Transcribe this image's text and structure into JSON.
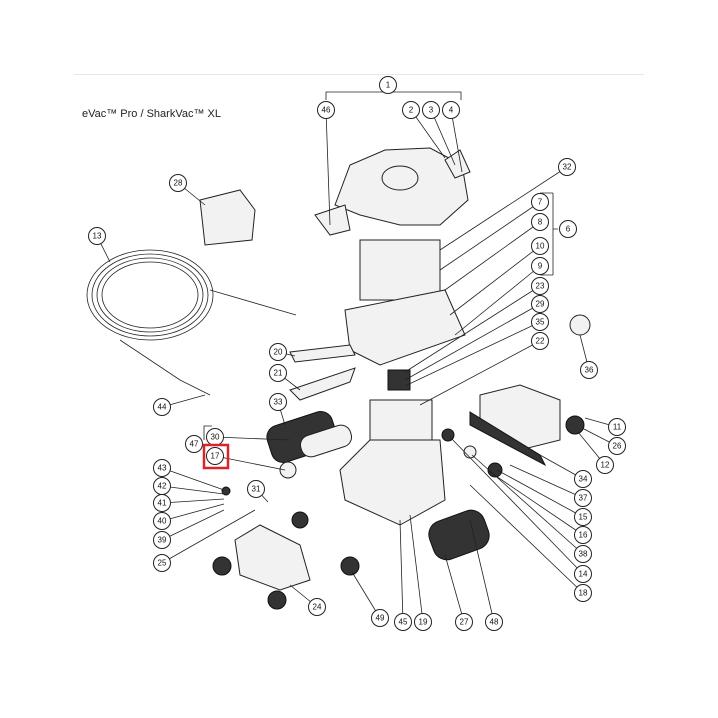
{
  "title": "eVac™ Pro / SharkVac™ XL",
  "highlight_color": "#e0202a",
  "highlighted_callout": "17",
  "callouts": [
    "1",
    "46",
    "2",
    "3",
    "4",
    "32",
    "7",
    "8",
    "6",
    "10",
    "9",
    "28",
    "13",
    "23",
    "29",
    "35",
    "22",
    "36",
    "20",
    "21",
    "33",
    "44",
    "30",
    "47",
    "17",
    "11",
    "26",
    "12",
    "34",
    "37",
    "15",
    "16",
    "38",
    "14",
    "18",
    "43",
    "42",
    "41",
    "40",
    "39",
    "31",
    "25",
    "24",
    "49",
    "45",
    "19",
    "27",
    "48"
  ]
}
